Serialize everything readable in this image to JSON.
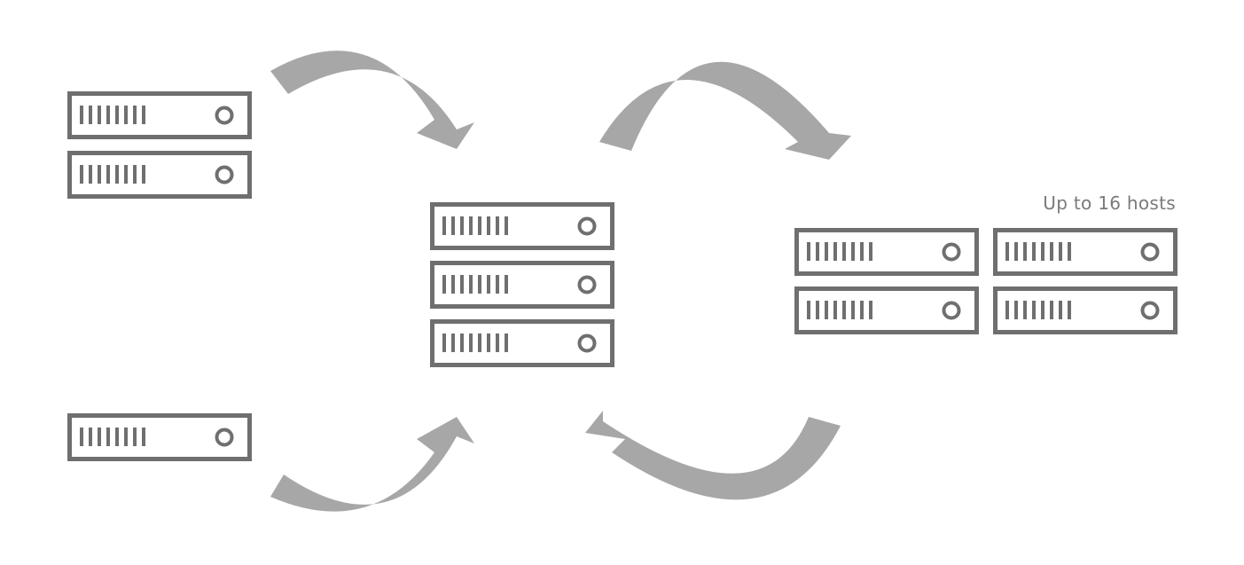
{
  "caption": "Up to 16 hosts",
  "colors": {
    "server_outline": "#6f6f6f",
    "arrow_fill": "#a7a7a7",
    "caption_text": "#7a7a7a",
    "background": "#ffffff"
  },
  "groups": [
    {
      "id": "left-top-group",
      "server_count": 2
    },
    {
      "id": "left-bottom-group",
      "server_count": 1
    },
    {
      "id": "center-group",
      "server_count": 3
    },
    {
      "id": "right-group",
      "server_count": 4
    }
  ],
  "arrows": [
    {
      "id": "arrow-left-top-to-center",
      "icon": "curved-arrow-icon"
    },
    {
      "id": "arrow-left-bottom-to-center",
      "icon": "curved-arrow-icon"
    },
    {
      "id": "arrow-center-to-right",
      "icon": "curved-arrow-icon"
    },
    {
      "id": "arrow-right-to-center",
      "icon": "curved-arrow-icon"
    }
  ],
  "server_icon": "server-rack-icon"
}
